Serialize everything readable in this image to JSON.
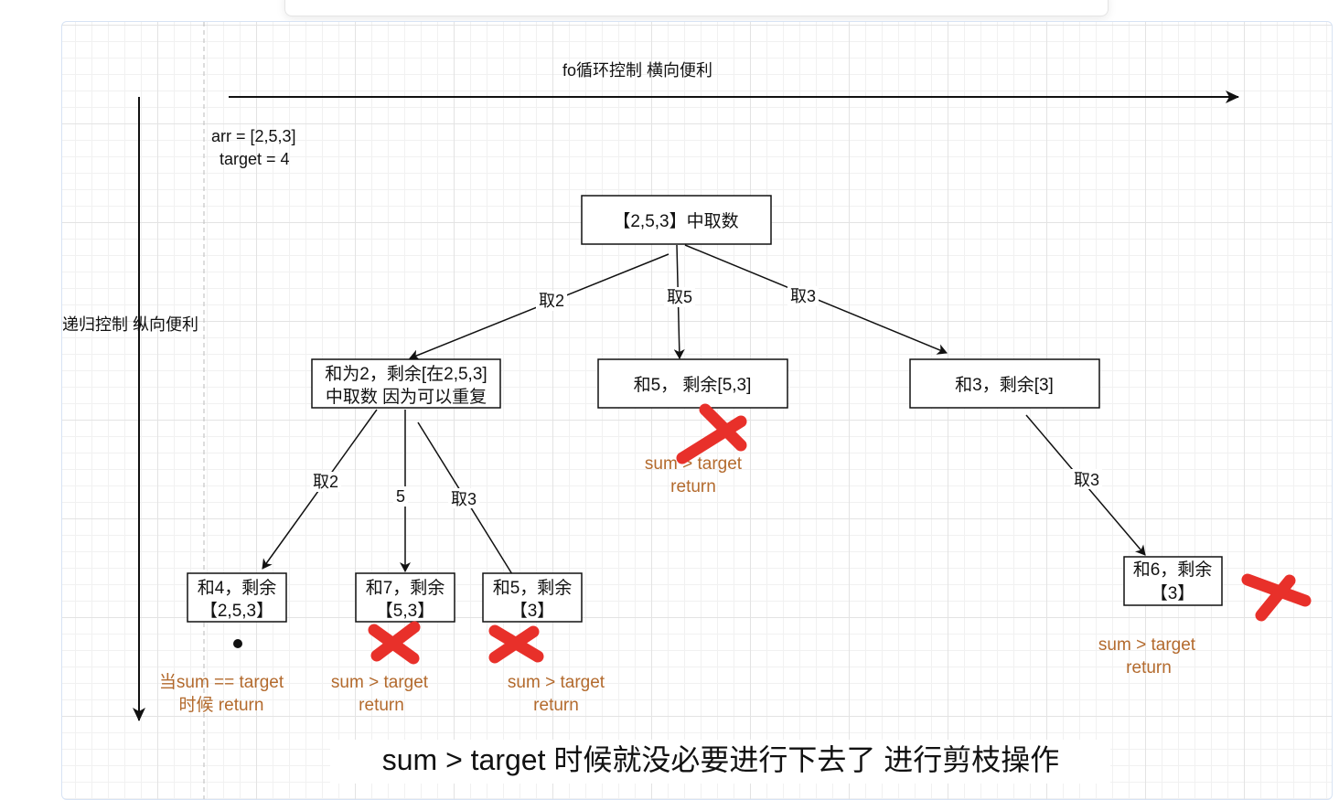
{
  "diagram": {
    "horizontal_axis_label": "fo循环控制 横向便利",
    "vertical_axis_label": "递归控制 纵向便利",
    "input": {
      "line1": "arr = [2,5,3]",
      "line2": "target = 4"
    },
    "root": {
      "text": "【2,5,3】中取数"
    },
    "level1": [
      {
        "edge_label": "取2",
        "line1": "和为2，剩余[在2,5,3]",
        "line2": "中取数 因为可以重复",
        "pruned": false
      },
      {
        "edge_label": "取5",
        "line1": "和5， 剩余[5,3]",
        "pruned": true,
        "note1": "sum > target",
        "note2": "return"
      },
      {
        "edge_label": "取3",
        "line1": "和3，剩余[3]",
        "pruned": false
      }
    ],
    "level2_left": [
      {
        "edge_label": "取2",
        "line1": "和4，剩余",
        "line2": "【2,5,3】",
        "pruned": false,
        "note1": "当sum == target",
        "note2": "时候 return"
      },
      {
        "edge_label": "5",
        "line1": "和7，剩余",
        "line2": "【5,3】",
        "pruned": true,
        "note1": "sum > target",
        "note2": "return"
      },
      {
        "edge_label": "取3",
        "line1": "和5，剩余",
        "line2": "【3】",
        "pruned": true,
        "note1": "sum > target",
        "note2": "return"
      }
    ],
    "level2_right": [
      {
        "edge_label": "取3",
        "line1": "和6，剩余",
        "line2": "【3】",
        "pruned": true,
        "note1": "sum > target",
        "note2": "return"
      }
    ],
    "caption": "sum > target 时候就没必要进行下去了 进行剪枝操作",
    "colors": {
      "note": "#b36a2d",
      "cross": "#e8302a",
      "stroke": "#111111"
    }
  }
}
